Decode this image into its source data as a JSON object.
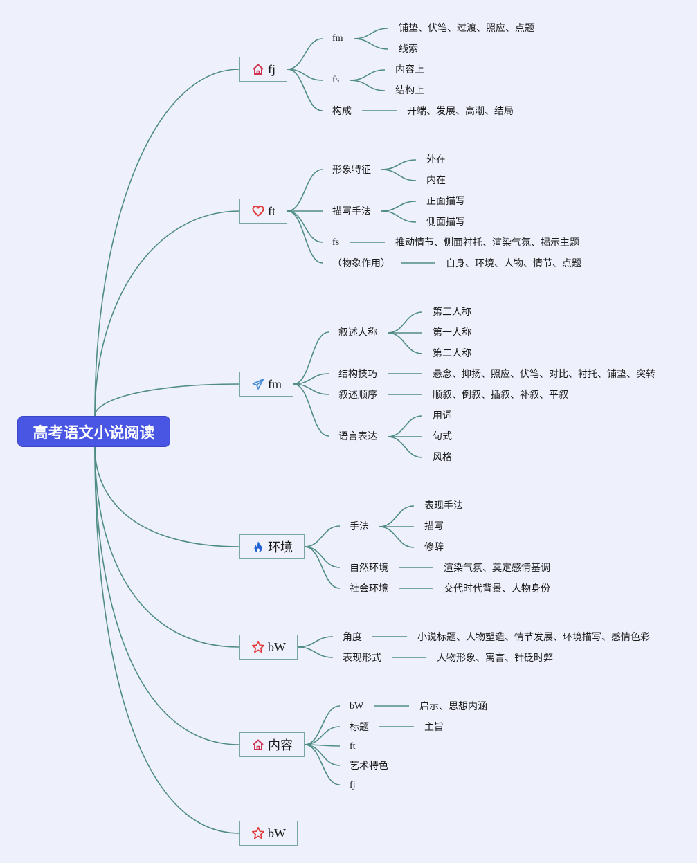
{
  "root": {
    "label": "高考语文小说阅读"
  },
  "branches": [
    {
      "label": "fj",
      "icon": "home-icon",
      "children": [
        {
          "label": "fm",
          "children": [
            "铺垫、伏笔、过渡、照应、点题",
            "线索"
          ]
        },
        {
          "label": "fs",
          "children": [
            "内容上",
            "结构上"
          ]
        },
        {
          "label": "构成",
          "children": [
            "开端、发展、高潮、结局"
          ]
        }
      ]
    },
    {
      "label": "ft",
      "icon": "heart-icon",
      "children": [
        {
          "label": "形象特征",
          "children": [
            "外在",
            "内在"
          ]
        },
        {
          "label": "描写手法",
          "children": [
            "正面描写",
            "侧面描写"
          ]
        },
        {
          "label": "fs",
          "children": [
            "推动情节、侧面衬托、渲染气氛、揭示主题"
          ]
        },
        {
          "label": "（物象作用）",
          "children": [
            "自身、环境、人物、情节、点题"
          ]
        }
      ]
    },
    {
      "label": "fm",
      "icon": "paper-plane-icon",
      "children": [
        {
          "label": "叙述人称",
          "children": [
            "第三人称",
            "第一人称",
            "第二人称"
          ]
        },
        {
          "label": "结构技巧",
          "children": [
            "悬念、抑扬、照应、伏笔、对比、衬托、铺垫、突转"
          ]
        },
        {
          "label": "叙述顺序",
          "children": [
            "顺叙、倒叙、插叙、补叙、平叙"
          ]
        },
        {
          "label": "语言表达",
          "children": [
            "用词",
            "句式",
            "风格"
          ]
        }
      ]
    },
    {
      "label": "环境",
      "icon": "flame-icon",
      "children": [
        {
          "label": "手法",
          "children": [
            "表现手法",
            "描写",
            "修辞"
          ]
        },
        {
          "label": "自然环境",
          "children": [
            "渲染气氛、奠定感情基调"
          ]
        },
        {
          "label": "社会环境",
          "children": [
            "交代时代背景、人物身份"
          ]
        }
      ]
    },
    {
      "label": "bW",
      "icon": "star-icon",
      "children": [
        {
          "label": "角度",
          "children": [
            "小说标题、人物塑造、情节发展、环境描写、感情色彩"
          ]
        },
        {
          "label": "表现形式",
          "children": [
            "人物形象、寓言、针砭时弊"
          ]
        }
      ]
    },
    {
      "label": "内容",
      "icon": "home-icon",
      "children": [
        {
          "label": "bW",
          "children": [
            "启示、思想内涵"
          ]
        },
        {
          "label": "标题",
          "children": [
            "主旨"
          ]
        },
        {
          "label": "ft",
          "children": []
        },
        {
          "label": "艺术特色",
          "children": []
        },
        {
          "label": "fj",
          "children": []
        }
      ]
    },
    {
      "label": "bW",
      "icon": "star-icon",
      "children": []
    }
  ],
  "colors": {
    "background": "#eef0fb",
    "root": "#4856e3",
    "link": "#4f8c84",
    "home": "#d0334f",
    "heart": "#e03a3a",
    "plane": "#4a8fd6",
    "flame": "#2563d6",
    "star": "#e03a3a"
  }
}
